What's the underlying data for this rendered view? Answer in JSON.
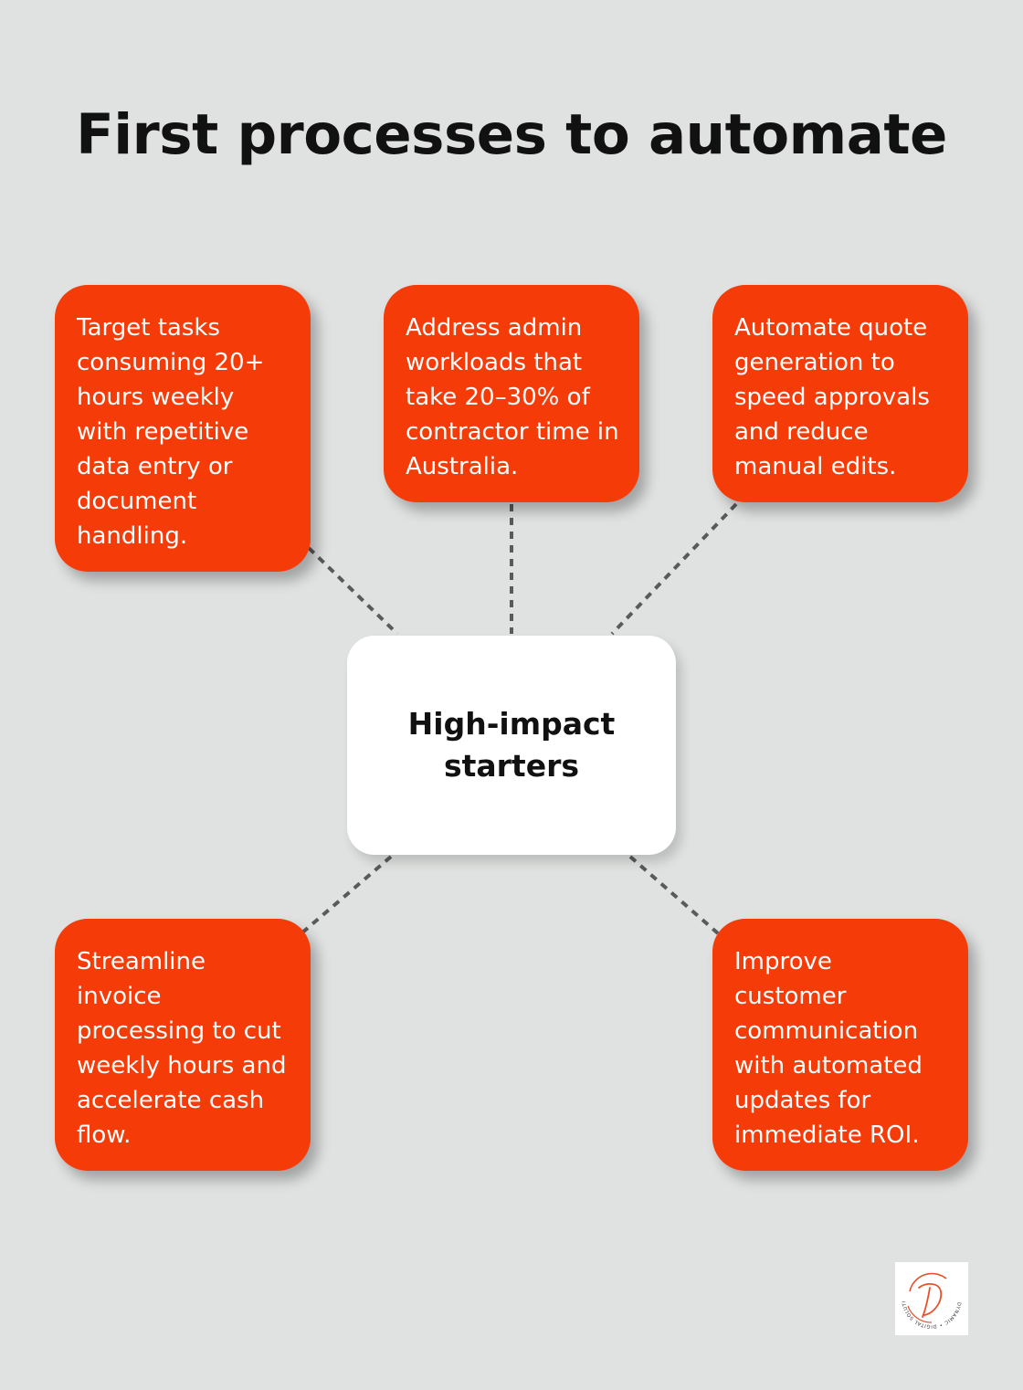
{
  "title": "First processes to automate",
  "center": {
    "label": "High-impact starters"
  },
  "cards": [
    {
      "text": "Target tasks consuming 20+ hours weekly with repetitive data entry or document handling."
    },
    {
      "text": "Address admin workloads that take 20–30% of contractor time in Australia."
    },
    {
      "text": "Automate quote generation to speed approvals and reduce manual edits."
    },
    {
      "text": "Streamline invoice processing to cut weekly hours and accelerate cash flow."
    },
    {
      "text": "Improve customer communication with automated updates for immediate ROI."
    }
  ],
  "colors": {
    "background": "#e0e2e1",
    "card": "#f53b07",
    "center": "#ffffff",
    "connector": "#5a5a5a"
  },
  "logo": {
    "text": "DYNAMIC • DIGITAL SOLUTIONS"
  }
}
